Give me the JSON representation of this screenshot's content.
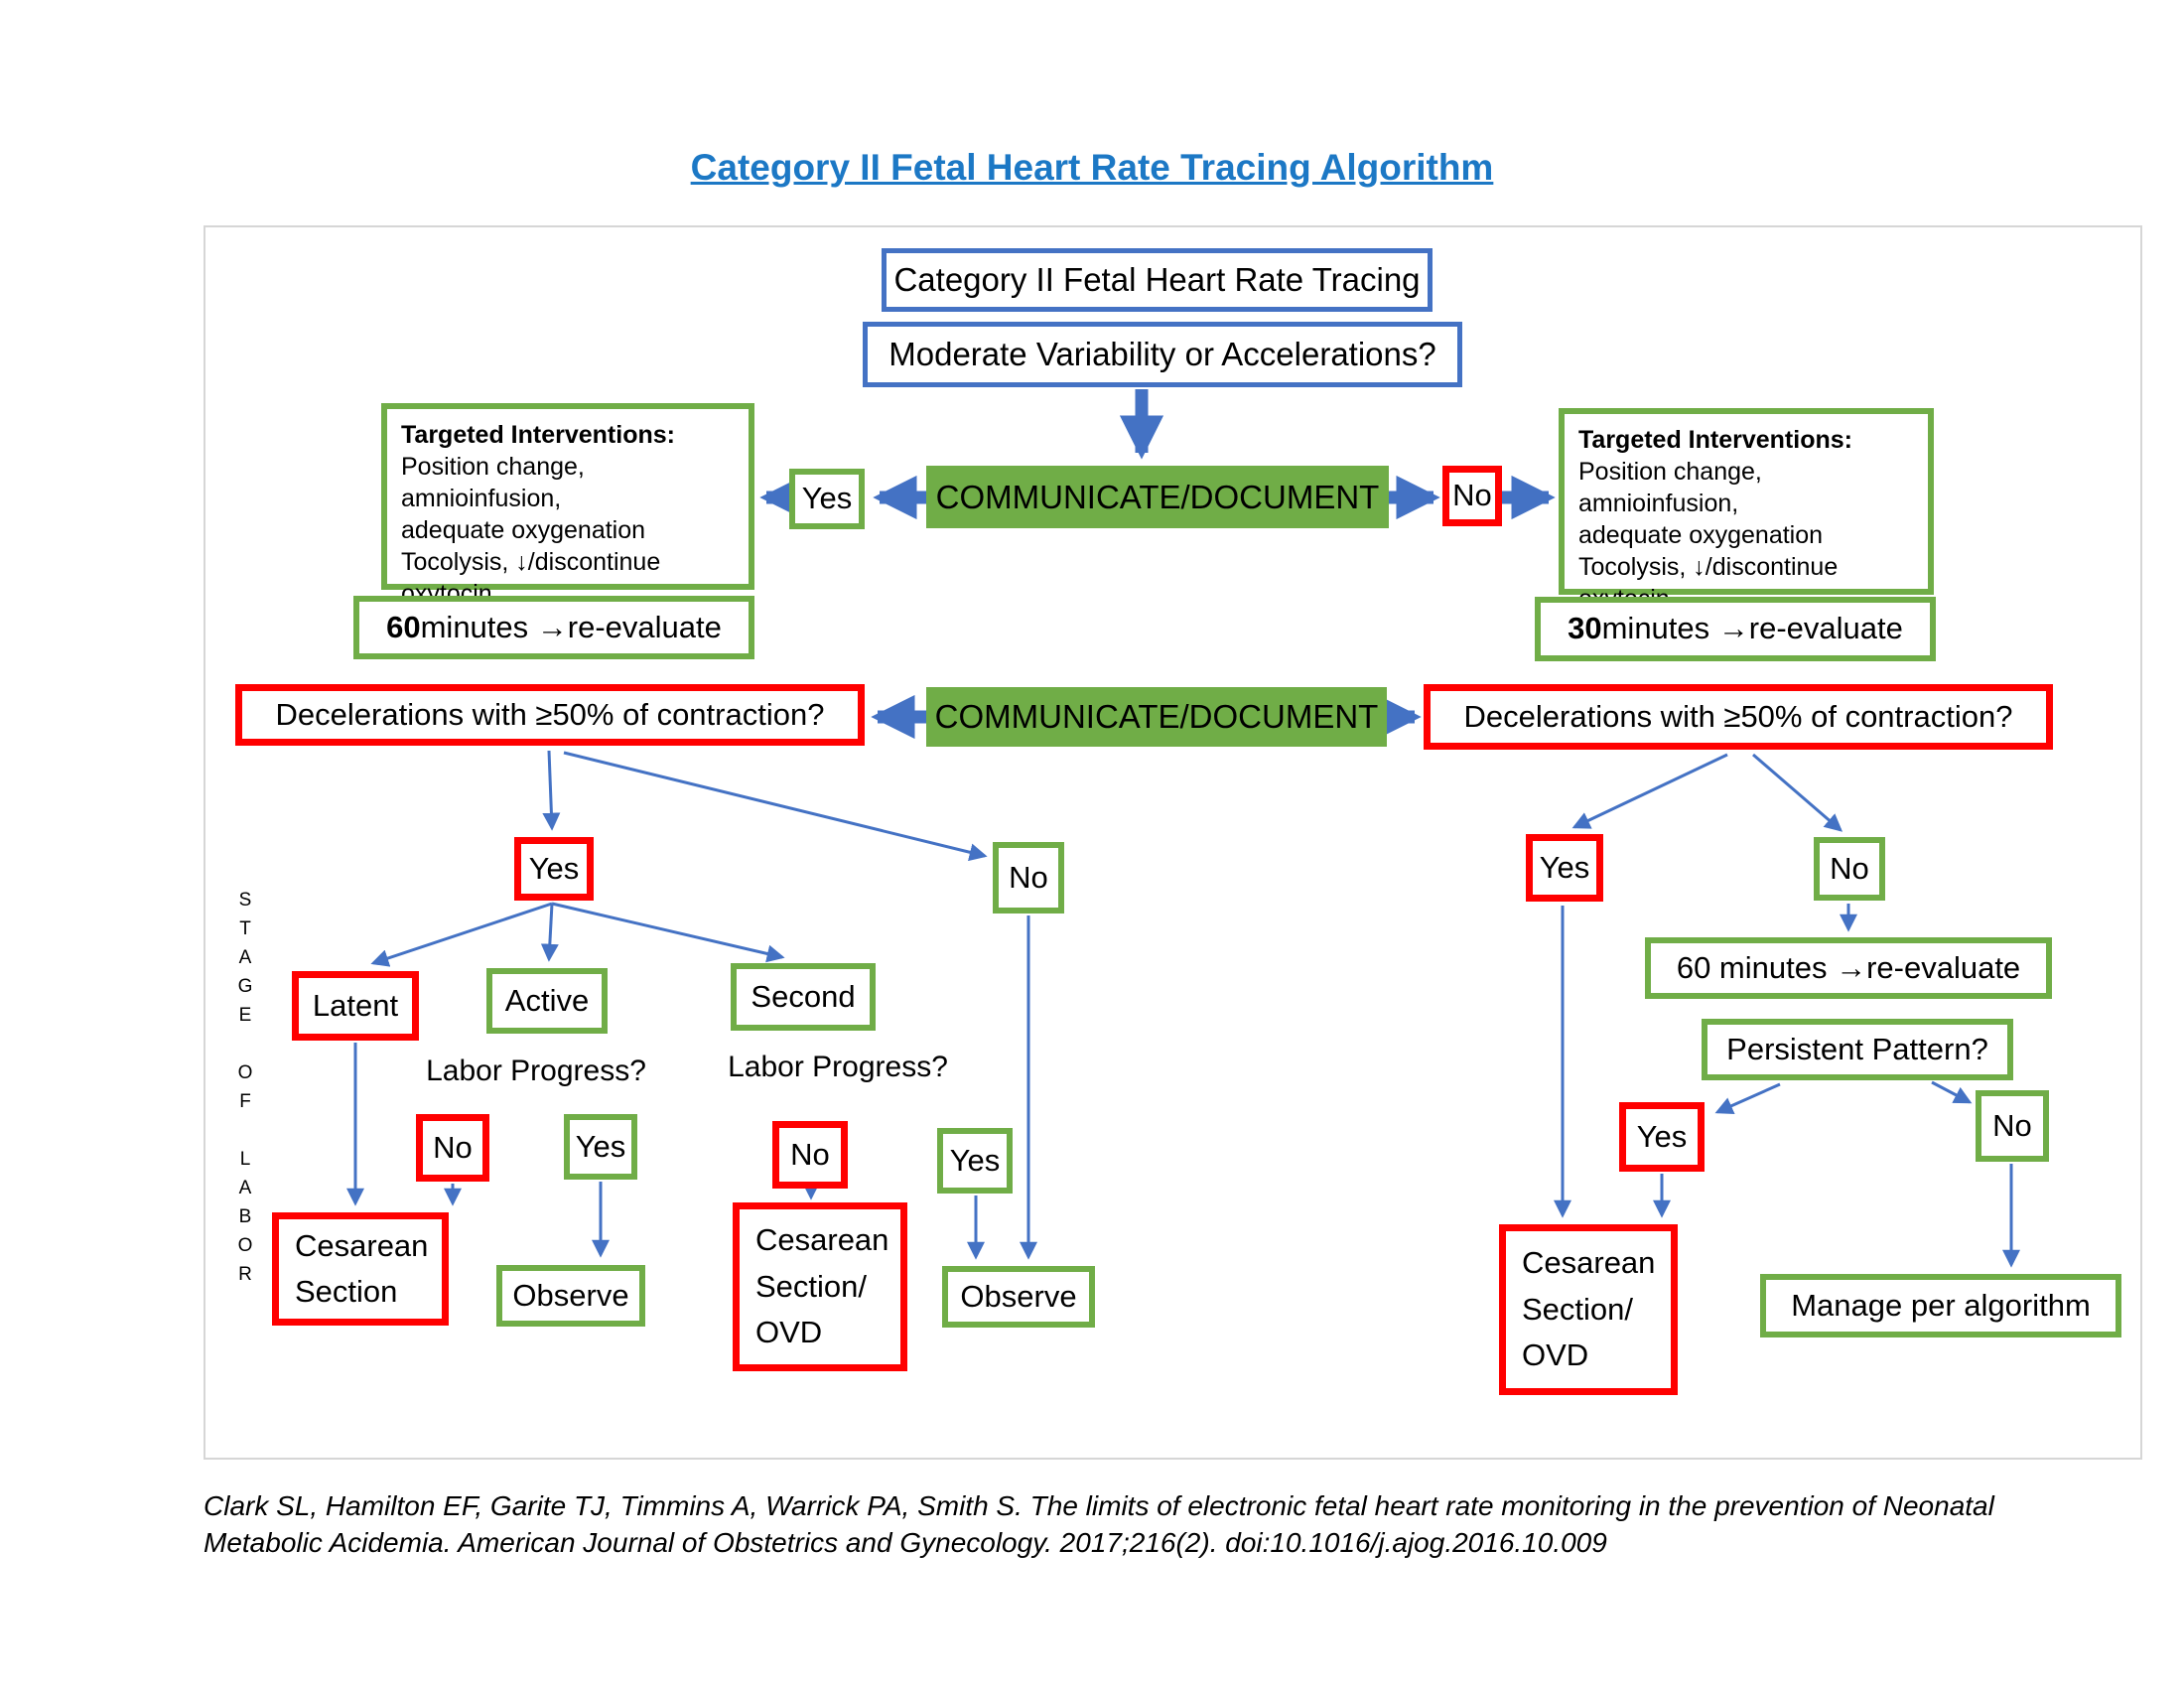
{
  "title": "Category II Fetal Heart Rate Tracing Algorithm",
  "flow": {
    "category_heading": "Category II Fetal Heart Rate Tracing",
    "moderate_variability": "Moderate Variability or Accelerations?",
    "communicate_top": "COMMUNICATE/DOCUMENT",
    "communicate_mid": "COMMUNICATE/DOCUMENT",
    "yes_top": "Yes",
    "no_top": "No",
    "interventions_left": {
      "heading": "Targeted Interventions:",
      "body": "Position change, amnioinfusion,\nadequate oxygenation\nTocolysis, ↓/discontinue oxytocin,\nCorrect hypotension"
    },
    "interventions_right": {
      "heading": "Targeted Interventions:",
      "body": "Position change, amnioinfusion,\nadequate oxygenation\nTocolysis, ↓/discontinue oxytocin,\nCorrect hypotension"
    },
    "reevaluate_left": {
      "minutes": "60",
      "rest": " minutes →re-evaluate"
    },
    "reevaluate_right": {
      "minutes": "30",
      "rest": " minutes →re-evaluate"
    },
    "decelerations_left": "Decelerations with ≥50% of contraction?",
    "decelerations_right": "Decelerations with ≥50% of contraction?"
  },
  "left_branch": {
    "yes": "Yes",
    "no": "No",
    "latent": "Latent",
    "active": "Active",
    "second": "Second",
    "labor_progress_active": "Labor Progress?",
    "labor_progress_second": "Labor Progress?",
    "active_no": "No",
    "active_yes": "Yes",
    "second_no": "No",
    "second_yes": "Yes",
    "cesarean": "Cesarean\nSection",
    "observe_active": "Observe",
    "cesarean_ovd": "Cesarean\nSection/\nOVD",
    "observe_second": "Observe",
    "stage_of_labor": "S\nT\nA\nG\nE\n\nO\nF\n\nL\nA\nB\nO\nR"
  },
  "right_branch": {
    "yes": "Yes",
    "no": "No",
    "reevaluate": "60 minutes →re-evaluate",
    "persistent_pattern": "Persistent Pattern?",
    "persistent_yes": "Yes",
    "persistent_no": "No",
    "cesarean_ovd": "Cesarean\nSection/\nOVD",
    "manage": "Manage per algorithm"
  },
  "citation": {
    "line1": "Clark SL, Hamilton EF, Garite TJ, Timmins A, Warrick PA, Smith S. The limits of electronic fetal heart rate monitoring in the prevention of Neonatal",
    "line2": "Metabolic Acidemia. American Journal of Obstetrics and Gynecology. 2017;216(2). doi:10.1016/j.ajog.2016.10.009"
  },
  "colors": {
    "arrow_blue": "#4472C4",
    "box_green": "#70AD47",
    "box_red": "#FF0000",
    "title_blue": "#1C78C5"
  }
}
